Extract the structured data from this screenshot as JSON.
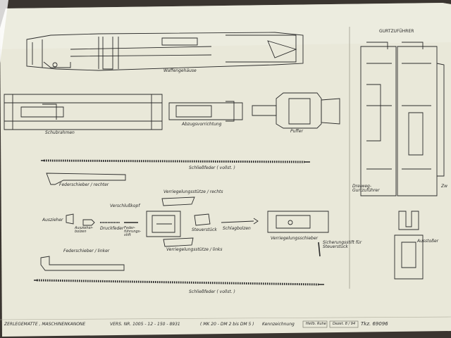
{
  "labels": {
    "receiver": "Waffengehäuse",
    "slide_frame": "Schubrahmen",
    "trigger": "Abzugsvorrichtung",
    "buffer": "Puffer",
    "belt_feeder": "GURTZUFÜHRER",
    "recoil_spring_top": "Schließfeder ( vollst. )",
    "feed_slide_right": "Federschieber / rechter",
    "lock_support_right": "Verriegelungsstütze / rechts",
    "bolt_head": "Verschlußkopf",
    "extractor": "Auszieher",
    "extractor_pin": "Auszieher-bolzen",
    "pressure_spring": "Druckfeder",
    "spring_guide_pin": "Feder-führungs-stift",
    "control_piece": "Steuerstück",
    "firing_pin": "Schlagbolzen",
    "locking_slide": "Verriegelungsschieber",
    "safety_pin": "Sicherungsstift für Steuerstück",
    "feed_slide_left": "Federschieber / linker",
    "lock_support_left": "Verriegelungsstütze / links",
    "recoil_spring_bottom": "Schließfeder ( vollst. )",
    "three_way_feeder": "Dreiweg-Gurtzuführer",
    "pusher": "Ausstoßer",
    "right_edge": "Zw"
  },
  "footer": {
    "title": "ZERLEGEMATTE , MASCHINENKANONE",
    "version": "VERS. NR. 1005 - 12 - 150 - 8931",
    "model": "( MK 20 - DM 2 bis DM 5 )",
    "marking": "Kennzeichnung",
    "stamp1": "Hellb. Ruhe",
    "stamp2": "Dezet. 8 / 94",
    "number": "Tkz. 69096"
  },
  "colors": {
    "paper": "#e9e8d9",
    "ink": "#2b2b2b",
    "background": "#3a3530"
  }
}
